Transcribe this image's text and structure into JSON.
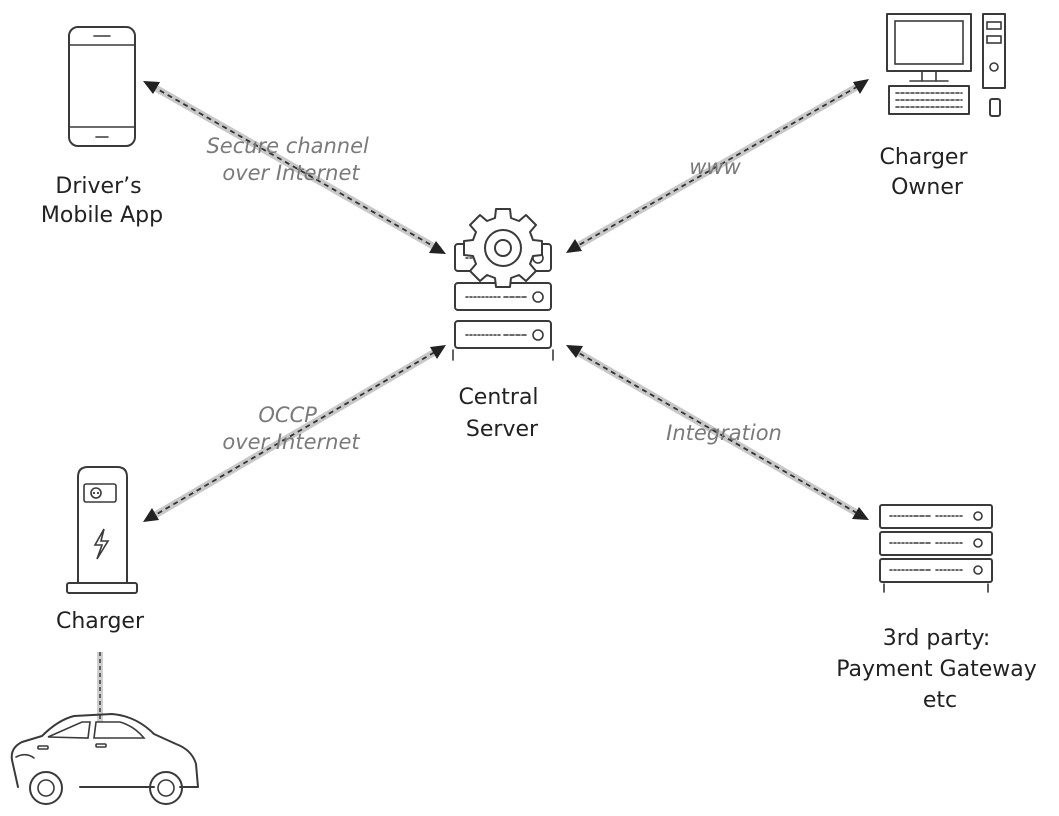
{
  "nodes": {
    "mobile_app": {
      "label_lines": [
        "Driver’s",
        "Mobile App"
      ]
    },
    "charger_owner": {
      "label_lines": [
        "Charger",
        "Owner"
      ]
    },
    "central_server": {
      "label_lines": [
        "Central",
        "Server"
      ]
    },
    "charger": {
      "label_lines": [
        "Charger"
      ]
    },
    "third_party": {
      "label_lines": [
        "3rd party:",
        "Payment Gateway",
        "etc"
      ]
    },
    "car": {
      "label_lines": []
    }
  },
  "edges": {
    "mobile_server": {
      "label_lines": [
        "Secure channel",
        "over Internet"
      ]
    },
    "owner_server": {
      "label_lines": [
        "www"
      ]
    },
    "charger_server": {
      "label_lines": [
        "OCCP",
        "over Internet"
      ]
    },
    "thirdparty_server": {
      "label_lines": [
        "Integration"
      ]
    }
  }
}
